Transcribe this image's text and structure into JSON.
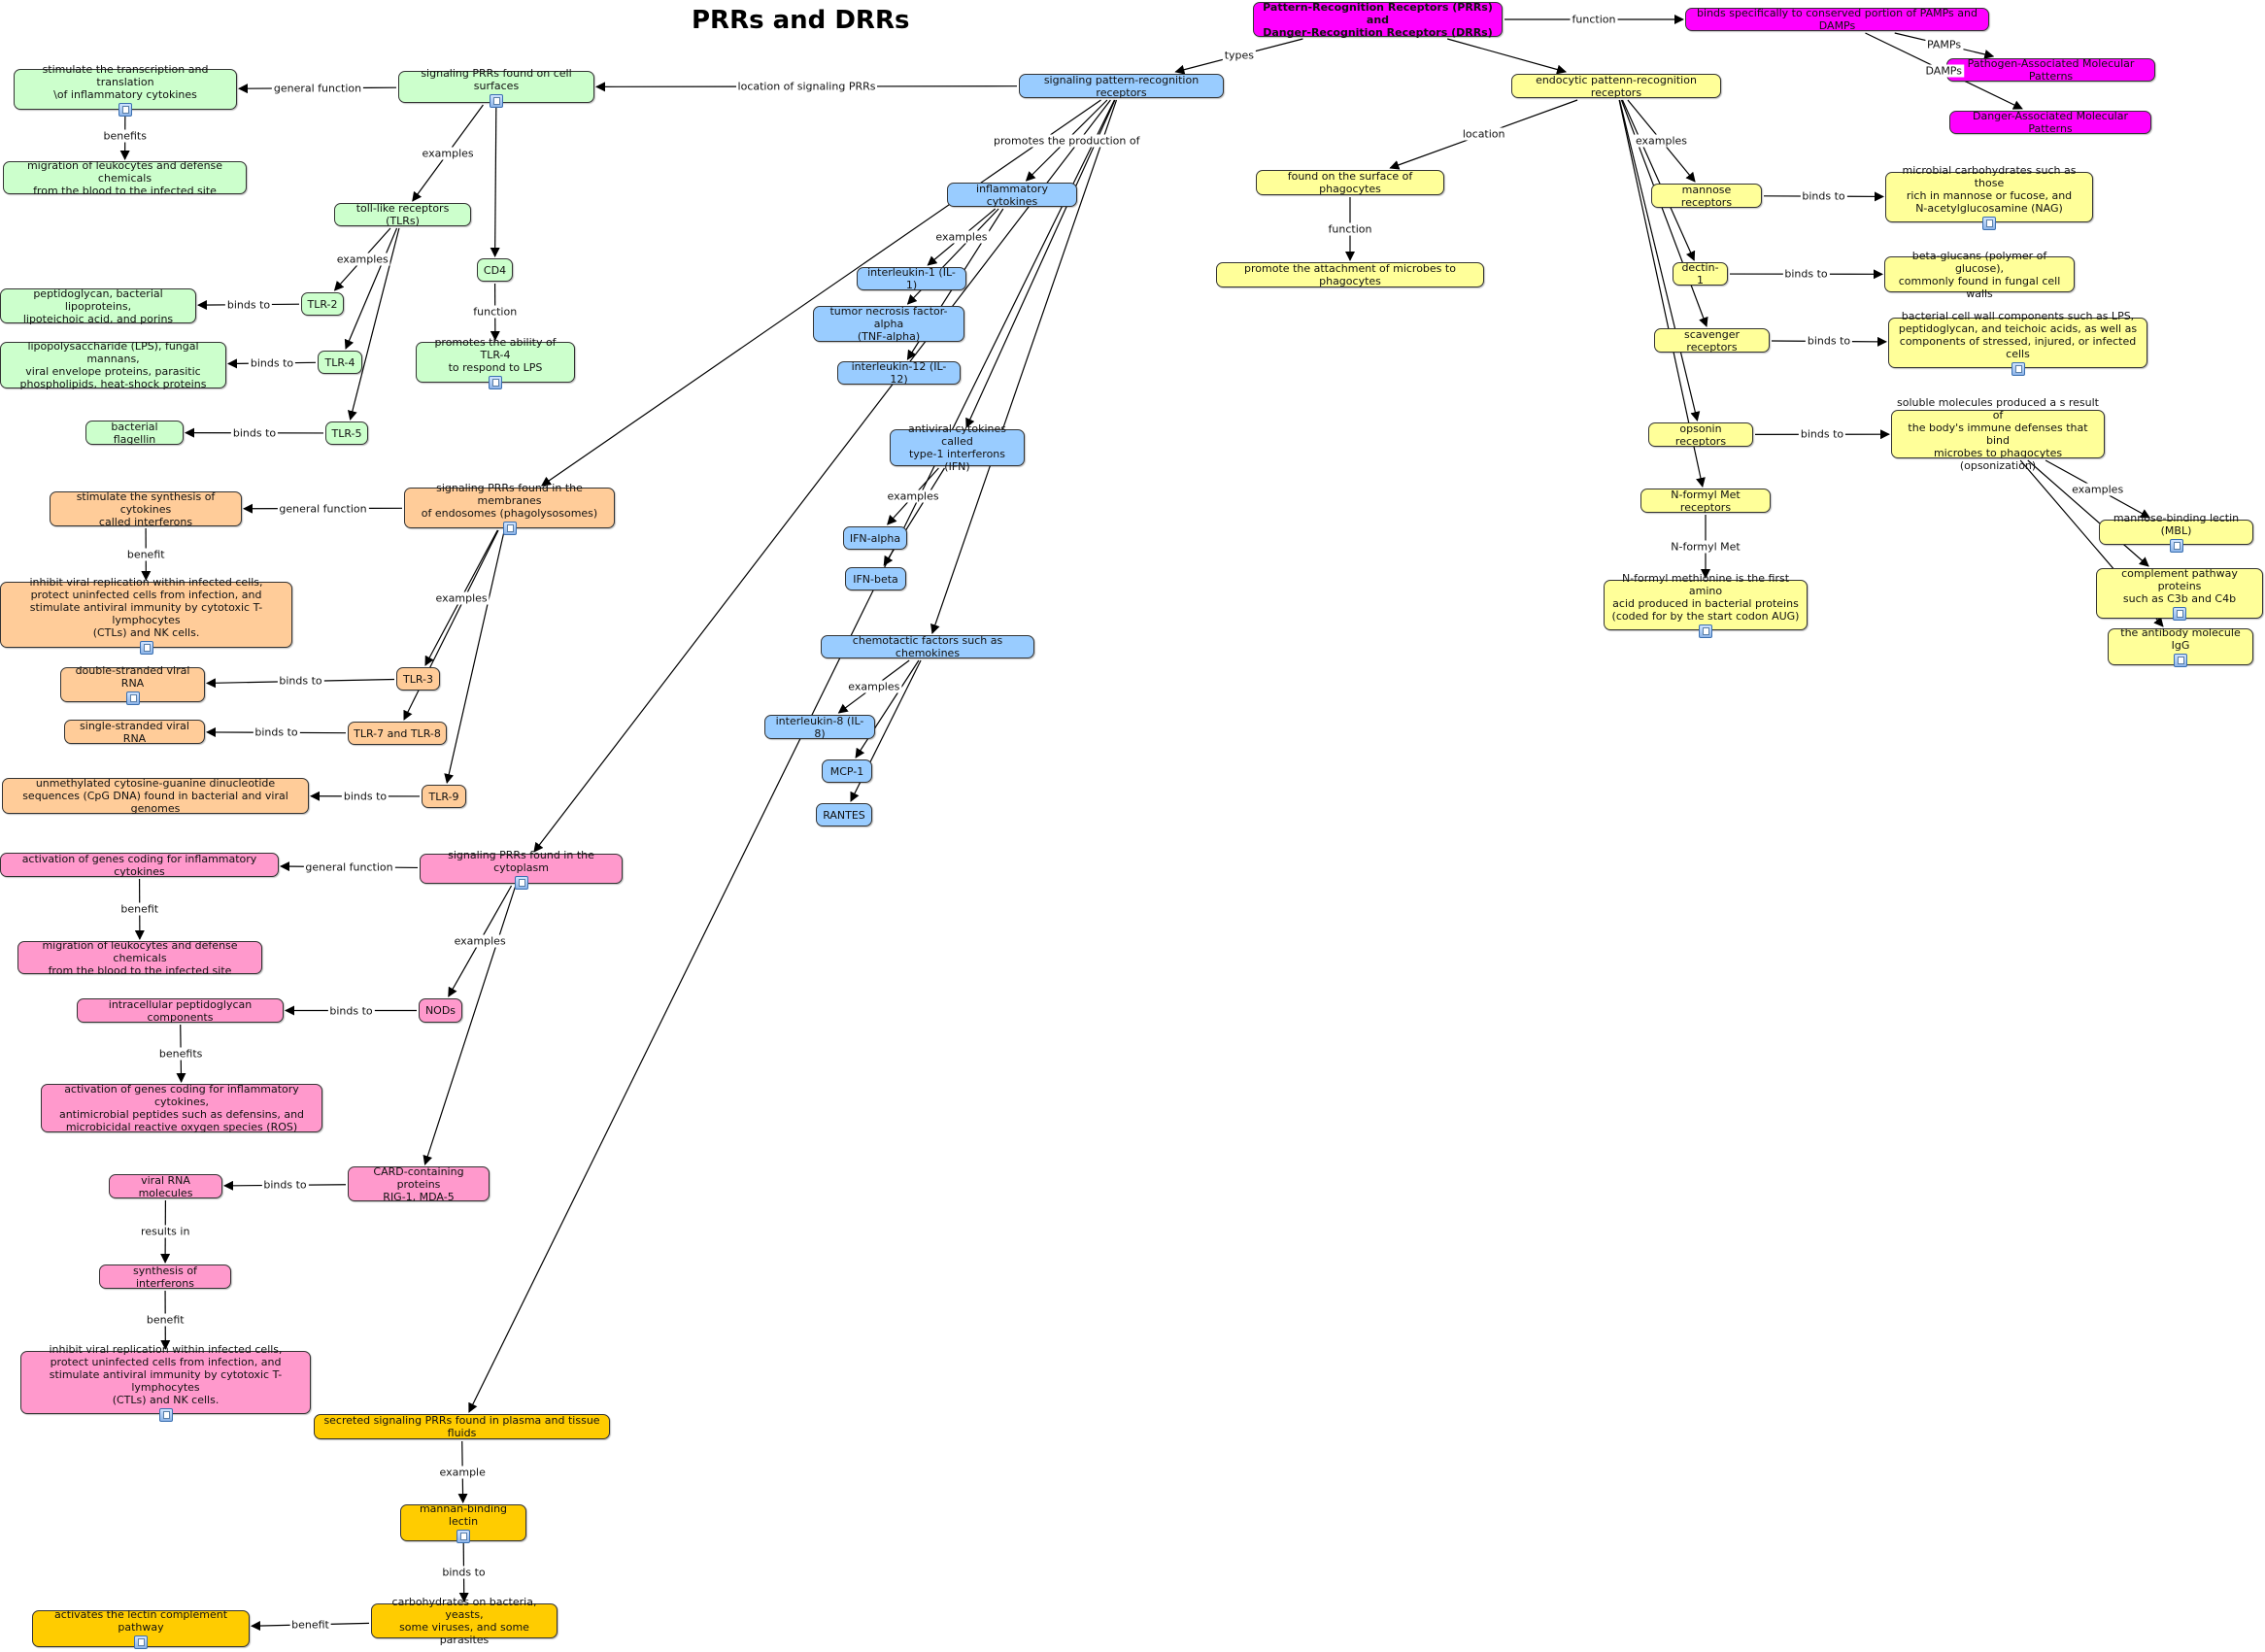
{
  "title": "PRRs and DRRs",
  "colors": {
    "green": "#ccffcc",
    "blue": "#99ccff",
    "yellow": "#ffff99",
    "orange": "#ffcc99",
    "pink": "#ff99cc",
    "gold": "#ffcc00",
    "magenta": "#ff00ff"
  },
  "nodes": [
    {
      "id": "root",
      "text": "Pattern-Recognition Receptors (PRRs) and\nDanger-Recognition Receptors (DRRs)",
      "color": "magenta",
      "bold": true
    },
    {
      "id": "bindsPAMP",
      "text": "binds specifically to conserved portion of PAMPs and DAMPs",
      "color": "magenta"
    },
    {
      "id": "pamps",
      "text": "Pathogen-Associated Molecular Patterns",
      "color": "magenta"
    },
    {
      "id": "damps",
      "text": "Danger-Associated Molecular Patterns",
      "color": "magenta"
    },
    {
      "id": "signal",
      "text": "signaling pattern-recognition receptors",
      "color": "blue"
    },
    {
      "id": "endo",
      "text": "endocytic pattenn-recognition receptors",
      "color": "yellow"
    },
    {
      "id": "surf",
      "text": "signaling PRRs found on cell surfaces",
      "color": "green",
      "res": true
    },
    {
      "id": "stimTrans",
      "text": "stimulate the transcription and translation\n\\of inflammatory cytokines",
      "color": "green",
      "res": true
    },
    {
      "id": "migr1",
      "text": "migration of leukocytes and defense chemicals\nfrom the blood to the infected site",
      "color": "green"
    },
    {
      "id": "tlr",
      "text": "toll-like receptors (TLRs)",
      "color": "green"
    },
    {
      "id": "cd4",
      "text": "CD4",
      "color": "green"
    },
    {
      "id": "promTLR4",
      "text": "promotes the ability of TLR-4\nto respond to LPS",
      "color": "green",
      "res": true
    },
    {
      "id": "tlr2",
      "text": "TLR-2",
      "color": "green"
    },
    {
      "id": "tlr4",
      "text": "TLR-4",
      "color": "green"
    },
    {
      "id": "tlr5",
      "text": "TLR-5",
      "color": "green"
    },
    {
      "id": "pepti",
      "text": "peptidoglycan, bacterial lipoproteins,\nlipoteichoic acid, and porins",
      "color": "green"
    },
    {
      "id": "lps",
      "text": "lipopolysaccharide (LPS), fungal mannans,\nviral envelope proteins, parasitic\nphospholipids, heat-shock proteins",
      "color": "green"
    },
    {
      "id": "flag",
      "text": "bacterial flagellin",
      "color": "green"
    },
    {
      "id": "endosome",
      "text": "signaling PRRs found in the membranes\nof endosomes (phagolysosomes)",
      "color": "orange",
      "res": true
    },
    {
      "id": "stimIFN",
      "text": "stimulate the synthesis of cytokines\ncalled interferons",
      "color": "orange"
    },
    {
      "id": "inhib1",
      "text": "inhibit viral replication within infected cells,\nprotect uninfected cells from infection, and\nstimulate antiviral immunity by cytotoxic T-lymphocytes\n(CTLs) and NK cells.",
      "color": "orange",
      "res": true
    },
    {
      "id": "tlr3",
      "text": "TLR-3",
      "color": "orange"
    },
    {
      "id": "tlr78",
      "text": "TLR-7 and TLR-8",
      "color": "orange"
    },
    {
      "id": "tlr9",
      "text": "TLR-9",
      "color": "orange"
    },
    {
      "id": "dsRNA",
      "text": "double-stranded viral RNA",
      "color": "orange",
      "res": true
    },
    {
      "id": "ssRNA",
      "text": "single-stranded viral RNA",
      "color": "orange"
    },
    {
      "id": "cpg",
      "text": "unmethylated cytosine-guanine dinucleotide\nsequences (CpG DNA) found in bacterial and viral genomes",
      "color": "orange"
    },
    {
      "id": "cyto",
      "text": "signaling PRRs found in the cytoplasm",
      "color": "pink",
      "res": true
    },
    {
      "id": "actGenes",
      "text": "activation of genes coding for inflammatory cytokines",
      "color": "pink"
    },
    {
      "id": "migr2",
      "text": "migration of leukocytes and defense chemicals\nfrom the blood to the infected site",
      "color": "pink"
    },
    {
      "id": "nods",
      "text": "NODs",
      "color": "pink"
    },
    {
      "id": "intraPep",
      "text": "intracellular peptidoglycan components",
      "color": "pink"
    },
    {
      "id": "actGenes2",
      "text": "activation of genes coding for inflammatory cytokines,\nantimicrobial peptides such as defensins, and\nmicrobicidal reactive oxygen species (ROS)",
      "color": "pink"
    },
    {
      "id": "card",
      "text": "CARD-containing proteins\nRIG-1, MDA-5",
      "color": "pink"
    },
    {
      "id": "viralRNA",
      "text": "viral RNA molecules",
      "color": "pink"
    },
    {
      "id": "synIFN",
      "text": "synthesis of interferons",
      "color": "pink"
    },
    {
      "id": "inhib2",
      "text": "inhibit viral replication within infected cells,\nprotect uninfected cells from infection, and\nstimulate antiviral immunity by cytotoxic T-lymphocytes\n(CTLs) and NK cells.",
      "color": "pink",
      "res": true
    },
    {
      "id": "secreted",
      "text": "secreted signaling PRRs found in plasma and tissue fluids",
      "color": "gold"
    },
    {
      "id": "mbl",
      "text": "mannan-binding lectin",
      "color": "gold",
      "res": true
    },
    {
      "id": "carbo",
      "text": "carbohydrates on bacteria, yeasts,\nsome viruses, and some parasites",
      "color": "gold"
    },
    {
      "id": "lectinPath",
      "text": "activates the lectin complement pathway",
      "color": "gold",
      "res": true
    },
    {
      "id": "inflCyto",
      "text": "inflammatory cytokines",
      "color": "blue"
    },
    {
      "id": "il1",
      "text": "interleukin-1 (IL-1)",
      "color": "blue"
    },
    {
      "id": "tnf",
      "text": "tumor necrosis factor-alpha\n(TNF-alpha)",
      "color": "blue"
    },
    {
      "id": "il12",
      "text": "interleukin-12 (IL-12)",
      "color": "blue"
    },
    {
      "id": "antiviral",
      "text": "antiviral cytokines called\ntype-1 interferons (IFN)",
      "color": "blue"
    },
    {
      "id": "ifna",
      "text": "IFN-alpha",
      "color": "blue"
    },
    {
      "id": "ifnb",
      "text": "IFN-beta",
      "color": "blue"
    },
    {
      "id": "chemo",
      "text": "chemotactic factors such as chemokines",
      "color": "blue"
    },
    {
      "id": "il8",
      "text": "interleukin-8 (IL-8)",
      "color": "blue"
    },
    {
      "id": "mcp1",
      "text": "MCP-1",
      "color": "blue"
    },
    {
      "id": "rantes",
      "text": "RANTES",
      "color": "blue"
    },
    {
      "id": "phagoSurf",
      "text": "found on the surface of phagocytes",
      "color": "yellow"
    },
    {
      "id": "promAttach",
      "text": "promote the attachment of microbes to phagocytes",
      "color": "yellow"
    },
    {
      "id": "mannoseR",
      "text": "mannose receptors",
      "color": "yellow"
    },
    {
      "id": "microbCarb",
      "text": "microbial carbohydrates such as those\nrich in mannose or fucose, and\nN-acetylglucosamine (NAG)",
      "color": "yellow",
      "res": true
    },
    {
      "id": "dectin",
      "text": "dectin-1",
      "color": "yellow"
    },
    {
      "id": "betaGlucan",
      "text": "beta-glucans (polymer of glucose),\ncommonly found in fungal cell walls",
      "color": "yellow"
    },
    {
      "id": "scav",
      "text": "scavenger receptors",
      "color": "yellow"
    },
    {
      "id": "bactWall",
      "text": "bacterial cell wall components such as LPS,\npeptidoglycan, and teichoic acids, as well as\ncomponents of stressed, injured, or infected cells",
      "color": "yellow",
      "res": true
    },
    {
      "id": "opsR",
      "text": "opsonin receptors",
      "color": "yellow"
    },
    {
      "id": "solMol",
      "text": "soluble molecules produced a s result of\nthe body's immune defenses that bind\nmicrobes to phagocytes (opsonization)",
      "color": "yellow"
    },
    {
      "id": "nfmR",
      "text": "N-formyl Met receptors",
      "color": "yellow"
    },
    {
      "id": "nfmText",
      "text": "N-formyl methionine is the first amino\nacid produced in bacterial proteins\n(coded for by the start codon AUG)",
      "color": "yellow",
      "res": true
    },
    {
      "id": "mblY",
      "text": "mannose-binding lectin (MBL)",
      "color": "yellow",
      "res": true
    },
    {
      "id": "complement",
      "text": "complement pathway proteins\nsuch as C3b and C4b",
      "color": "yellow",
      "res": true
    },
    {
      "id": "igg",
      "text": "the antibody molecule IgG",
      "color": "yellow",
      "res": true
    }
  ],
  "edges": [
    {
      "from": "root",
      "to": "bindsPAMP",
      "label": "function"
    },
    {
      "from": "bindsPAMP",
      "to": "pamps",
      "label": "PAMPs"
    },
    {
      "from": "bindsPAMP",
      "to": "damps",
      "label": "DAMPs"
    },
    {
      "from": "root",
      "to": "signal",
      "label": "types"
    },
    {
      "from": "root",
      "to": "endo",
      "label": ""
    },
    {
      "from": "signal",
      "to": "surf",
      "label": "location of signaling PRRs"
    },
    {
      "from": "signal",
      "to": "endosome",
      "label": ""
    },
    {
      "from": "signal",
      "to": "cyto",
      "label": ""
    },
    {
      "from": "signal",
      "to": "secreted",
      "label": ""
    },
    {
      "from": "surf",
      "to": "stimTrans",
      "label": "general function"
    },
    {
      "from": "stimTrans",
      "to": "migr1",
      "label": "benefits"
    },
    {
      "from": "surf",
      "to": "tlr",
      "label": "examples"
    },
    {
      "from": "surf",
      "to": "cd4",
      "label": ""
    },
    {
      "from": "cd4",
      "to": "promTLR4",
      "label": "function"
    },
    {
      "from": "tlr",
      "to": "tlr2",
      "label": "examples"
    },
    {
      "from": "tlr",
      "to": "tlr4",
      "label": ""
    },
    {
      "from": "tlr",
      "to": "tlr5",
      "label": ""
    },
    {
      "from": "tlr2",
      "to": "pepti",
      "label": "binds to"
    },
    {
      "from": "tlr4",
      "to": "lps",
      "label": "binds to"
    },
    {
      "from": "tlr5",
      "to": "flag",
      "label": "binds to"
    },
    {
      "from": "endosome",
      "to": "stimIFN",
      "label": "general function"
    },
    {
      "from": "stimIFN",
      "to": "inhib1",
      "label": "benefit"
    },
    {
      "from": "endosome",
      "to": "tlr3",
      "label": "examples"
    },
    {
      "from": "endosome",
      "to": "tlr78",
      "label": ""
    },
    {
      "from": "endosome",
      "to": "tlr9",
      "label": ""
    },
    {
      "from": "tlr3",
      "to": "dsRNA",
      "label": "binds to"
    },
    {
      "from": "tlr78",
      "to": "ssRNA",
      "label": "binds to"
    },
    {
      "from": "tlr9",
      "to": "cpg",
      "label": "binds to"
    },
    {
      "from": "cyto",
      "to": "actGenes",
      "label": "general function"
    },
    {
      "from": "actGenes",
      "to": "migr2",
      "label": "benefit"
    },
    {
      "from": "cyto",
      "to": "nods",
      "label": "examples"
    },
    {
      "from": "cyto",
      "to": "card",
      "label": ""
    },
    {
      "from": "nods",
      "to": "intraPep",
      "label": "binds to"
    },
    {
      "from": "intraPep",
      "to": "actGenes2",
      "label": "benefits"
    },
    {
      "from": "card",
      "to": "viralRNA",
      "label": "binds to"
    },
    {
      "from": "viralRNA",
      "to": "synIFN",
      "label": "results in"
    },
    {
      "from": "synIFN",
      "to": "inhib2",
      "label": "benefit"
    },
    {
      "from": "secreted",
      "to": "mbl",
      "label": "example"
    },
    {
      "from": "mbl",
      "to": "carbo",
      "label": "binds to"
    },
    {
      "from": "carbo",
      "to": "lectinPath",
      "label": "benefit"
    },
    {
      "from": "signal",
      "to": "inflCyto",
      "label": "promotes the production of"
    },
    {
      "from": "signal",
      "to": "antiviral",
      "label": ""
    },
    {
      "from": "signal",
      "to": "chemo",
      "label": ""
    },
    {
      "from": "inflCyto",
      "to": "il1",
      "label": "examples"
    },
    {
      "from": "inflCyto",
      "to": "tnf",
      "label": ""
    },
    {
      "from": "inflCyto",
      "to": "il12",
      "label": ""
    },
    {
      "from": "antiviral",
      "to": "ifna",
      "label": "examples"
    },
    {
      "from": "antiviral",
      "to": "ifnb",
      "label": ""
    },
    {
      "from": "chemo",
      "to": "il8",
      "label": "examples"
    },
    {
      "from": "chemo",
      "to": "mcp1",
      "label": ""
    },
    {
      "from": "chemo",
      "to": "rantes",
      "label": ""
    },
    {
      "from": "endo",
      "to": "phagoSurf",
      "label": "location"
    },
    {
      "from": "phagoSurf",
      "to": "promAttach",
      "label": "function"
    },
    {
      "from": "endo",
      "to": "mannoseR",
      "label": "examples"
    },
    {
      "from": "endo",
      "to": "dectin",
      "label": ""
    },
    {
      "from": "endo",
      "to": "scav",
      "label": ""
    },
    {
      "from": "endo",
      "to": "opsR",
      "label": ""
    },
    {
      "from": "endo",
      "to": "nfmR",
      "label": ""
    },
    {
      "from": "mannoseR",
      "to": "microbCarb",
      "label": "binds to"
    },
    {
      "from": "dectin",
      "to": "betaGlucan",
      "label": "binds to"
    },
    {
      "from": "scav",
      "to": "bactWall",
      "label": "binds to"
    },
    {
      "from": "opsR",
      "to": "solMol",
      "label": "binds to"
    },
    {
      "from": "nfmR",
      "to": "nfmText",
      "label": "N-formyl Met"
    },
    {
      "from": "solMol",
      "to": "mblY",
      "label": "examples"
    },
    {
      "from": "solMol",
      "to": "complement",
      "label": ""
    },
    {
      "from": "solMol",
      "to": "igg",
      "label": ""
    }
  ]
}
